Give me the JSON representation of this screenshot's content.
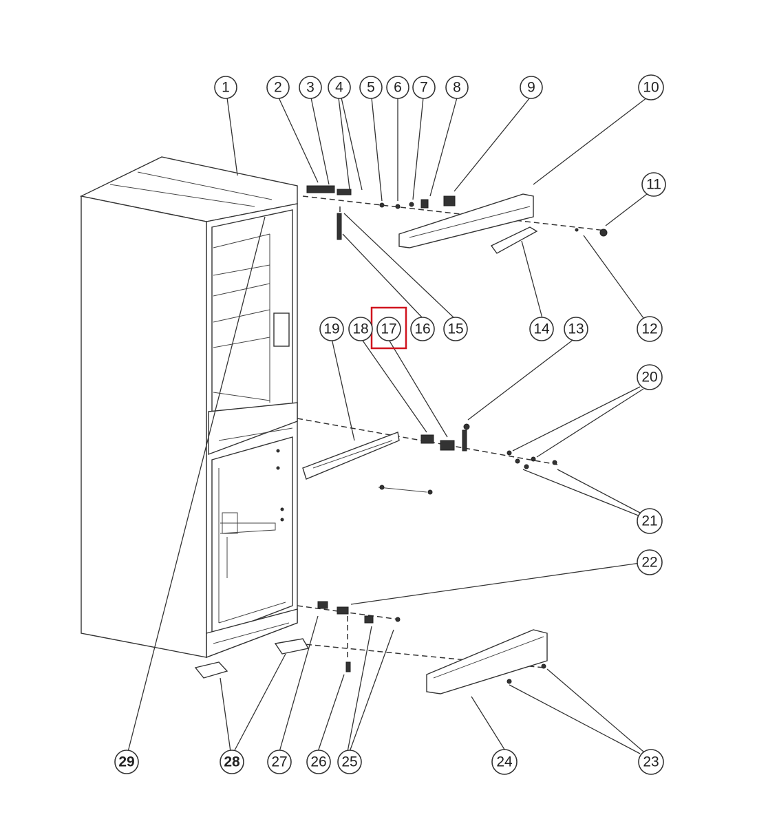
{
  "diagram": {
    "type": "exploded-parts-view",
    "highlight_color": "#d0141e",
    "highlighted_label": "17",
    "callouts": [
      {
        "id": "c1",
        "label": "1"
      },
      {
        "id": "c2",
        "label": "2"
      },
      {
        "id": "c3",
        "label": "3"
      },
      {
        "id": "c4",
        "label": "4"
      },
      {
        "id": "c5",
        "label": "5"
      },
      {
        "id": "c6",
        "label": "6"
      },
      {
        "id": "c7",
        "label": "7"
      },
      {
        "id": "c8",
        "label": "8"
      },
      {
        "id": "c9",
        "label": "9"
      },
      {
        "id": "c10",
        "label": "10"
      },
      {
        "id": "c11",
        "label": "11"
      },
      {
        "id": "c12",
        "label": "12"
      },
      {
        "id": "c13",
        "label": "13"
      },
      {
        "id": "c14",
        "label": "14"
      },
      {
        "id": "c15",
        "label": "15"
      },
      {
        "id": "c16",
        "label": "16"
      },
      {
        "id": "c17",
        "label": "17"
      },
      {
        "id": "c18",
        "label": "18"
      },
      {
        "id": "c19",
        "label": "19"
      },
      {
        "id": "c20",
        "label": "20"
      },
      {
        "id": "c21",
        "label": "21"
      },
      {
        "id": "c22",
        "label": "22"
      },
      {
        "id": "c23",
        "label": "23"
      },
      {
        "id": "c24",
        "label": "24"
      },
      {
        "id": "c25",
        "label": "25"
      },
      {
        "id": "c26",
        "label": "26"
      },
      {
        "id": "c27",
        "label": "27"
      },
      {
        "id": "c28",
        "label": "28"
      },
      {
        "id": "c29",
        "label": "29"
      }
    ]
  }
}
